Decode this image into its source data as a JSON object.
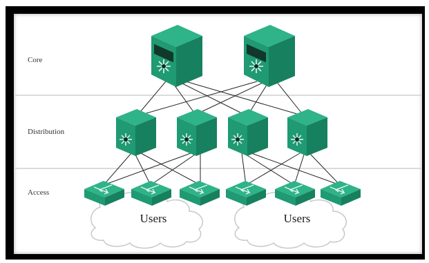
{
  "layers": {
    "core": "Core",
    "distribution": "Distribution",
    "access": "Access"
  },
  "groups": {
    "left_users": "Users",
    "right_users": "Users"
  },
  "colors": {
    "device_top": "#2fb389",
    "device_front": "#1f9a72",
    "device_side": "#17805e",
    "link": "#222222",
    "separator": "#cfcfcf",
    "cloud_stroke": "#c8c8c8",
    "frame": "#000000"
  },
  "icons": {
    "core_router": "core-router-icon",
    "distribution_switch": "distribution-switch-icon",
    "access_switch": "access-switch-icon",
    "cloud": "cloud-icon"
  }
}
